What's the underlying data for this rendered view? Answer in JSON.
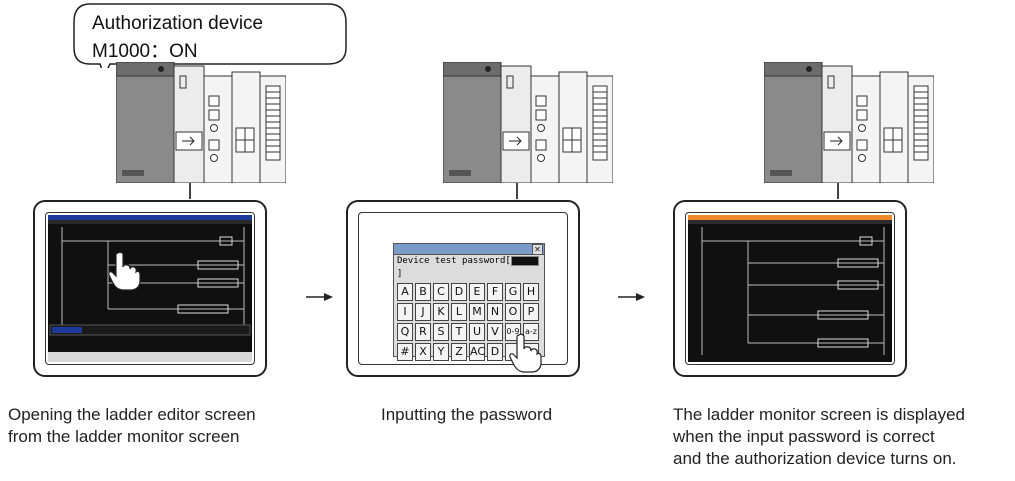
{
  "callout": {
    "line1": "Authorization device",
    "line2": "M1000：ON"
  },
  "steps": [
    {
      "caption": "Opening the ladder editor screen\nfrom the ladder monitor screen"
    },
    {
      "caption": "Inputting the password"
    },
    {
      "caption": "The ladder monitor screen is displayed\nwhen the input password is correct\nand the authorization device turns on."
    }
  ],
  "keyboard": {
    "prompt": "Device test password[",
    "prompt_end": "]",
    "close_glyph": "✕",
    "keys": [
      "A",
      "B",
      "C",
      "D",
      "E",
      "F",
      "G",
      "H",
      "I",
      "J",
      "K",
      "L",
      "M",
      "N",
      "O",
      "P",
      "Q",
      "R",
      "S",
      "T",
      "U",
      "V",
      "0-9",
      "a-z",
      "#",
      "X",
      "Y",
      "Z",
      "AC",
      "D",
      "",
      "ter"
    ]
  },
  "colors": {
    "editor_titlebar": "#1e3a9a",
    "monitor_titlebar": "#ee8a2a",
    "plc_body": "#8a8a8a",
    "plc_light": "#e8e8e8"
  },
  "icons": {
    "pointer": "pointing-hand-icon",
    "arrow": "right-arrow-icon"
  }
}
